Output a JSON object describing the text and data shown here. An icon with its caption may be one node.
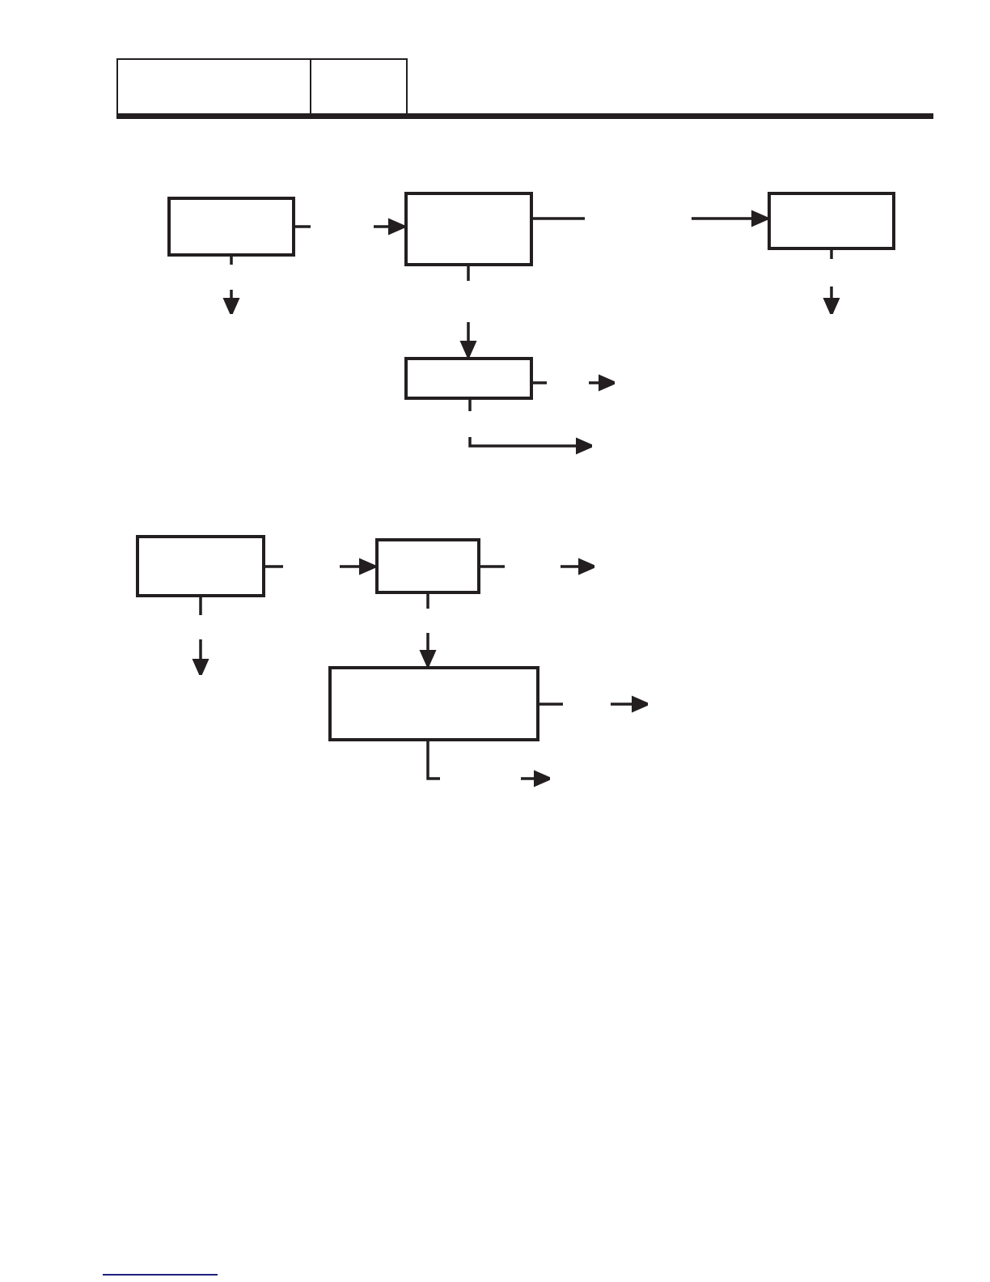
{
  "diagram": {
    "nodes": [
      {
        "text": [],
        "shape": "box"
      },
      {
        "text": [],
        "shape": "box"
      },
      {
        "text": [],
        "shape": "box"
      },
      {
        "text": [],
        "shape": "box"
      },
      {
        "text": [],
        "shape": "box"
      },
      {
        "text": [],
        "shape": "box"
      },
      {
        "text": [],
        "shape": "box"
      }
    ],
    "edges": [
      {
        "from": 0,
        "to": null,
        "arrow": "none"
      },
      {
        "from": null,
        "to": 1,
        "arrow": "to"
      },
      {
        "from": 0,
        "to": null,
        "arrow": "to"
      },
      {
        "from": 1,
        "to": null,
        "arrow": "none"
      },
      {
        "from": null,
        "to": 2,
        "arrow": "to"
      },
      {
        "from": 1,
        "to": null,
        "arrow": "none"
      },
      {
        "from": null,
        "to": 3,
        "arrow": "to"
      },
      {
        "from": 2,
        "to": null,
        "arrow": "to"
      },
      {
        "from": 3,
        "to": null,
        "arrow": "to"
      },
      {
        "from": 3,
        "to": null,
        "arrow": "to"
      },
      {
        "from": 4,
        "to": null,
        "arrow": "none"
      },
      {
        "from": null,
        "to": 5,
        "arrow": "to"
      },
      {
        "from": 4,
        "to": null,
        "arrow": "to"
      },
      {
        "from": 5,
        "to": null,
        "arrow": "to"
      },
      {
        "from": 5,
        "to": null,
        "arrow": "none"
      },
      {
        "from": null,
        "to": 6,
        "arrow": "to"
      },
      {
        "from": 6,
        "to": null,
        "arrow": "to"
      },
      {
        "from": 6,
        "to": null,
        "arrow": "none"
      }
    ]
  }
}
